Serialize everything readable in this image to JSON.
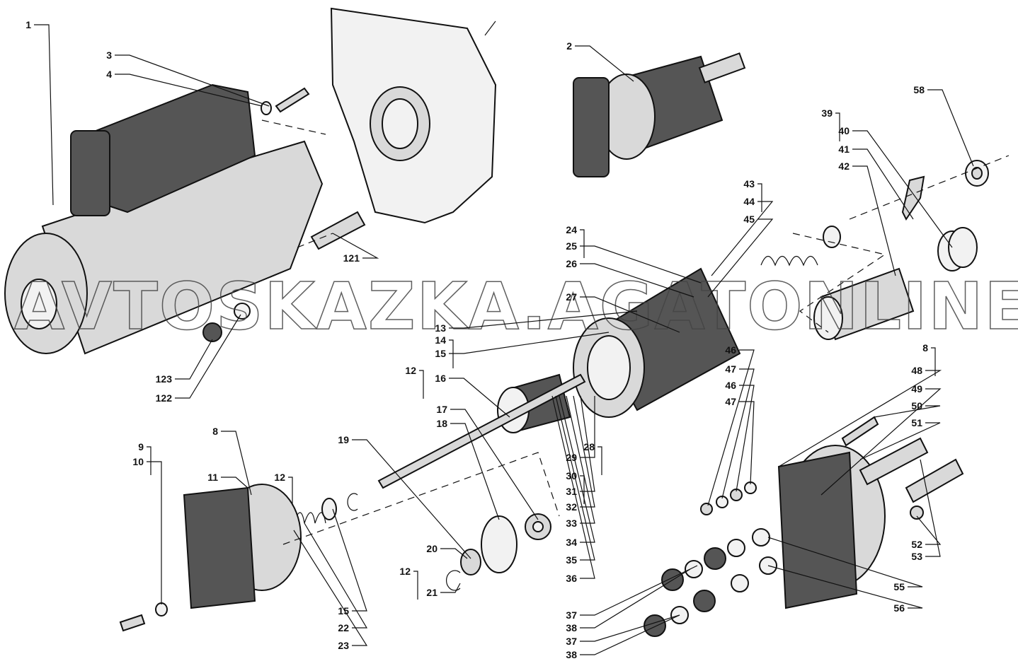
{
  "diagram": {
    "title": "Starter motor exploded view",
    "watermark": "AVTOSKAZKA.AGATONLINE",
    "labels": [
      "1",
      "3",
      "4",
      "121",
      "123",
      "122",
      "2",
      "58",
      "39",
      "40",
      "41",
      "42",
      "43",
      "44",
      "45",
      "24",
      "25",
      "26",
      "27",
      "13",
      "14",
      "15",
      "12",
      "16",
      "46",
      "47",
      "46",
      "47",
      "8",
      "48",
      "49",
      "50",
      "51",
      "17",
      "18",
      "19",
      "9",
      "10",
      "8",
      "11",
      "12",
      "28",
      "29",
      "30",
      "31",
      "32",
      "33",
      "34",
      "35",
      "36",
      "20",
      "12",
      "21",
      "15",
      "22",
      "23",
      "52",
      "53",
      "55",
      "56",
      "37",
      "38",
      "37",
      "38"
    ]
  }
}
